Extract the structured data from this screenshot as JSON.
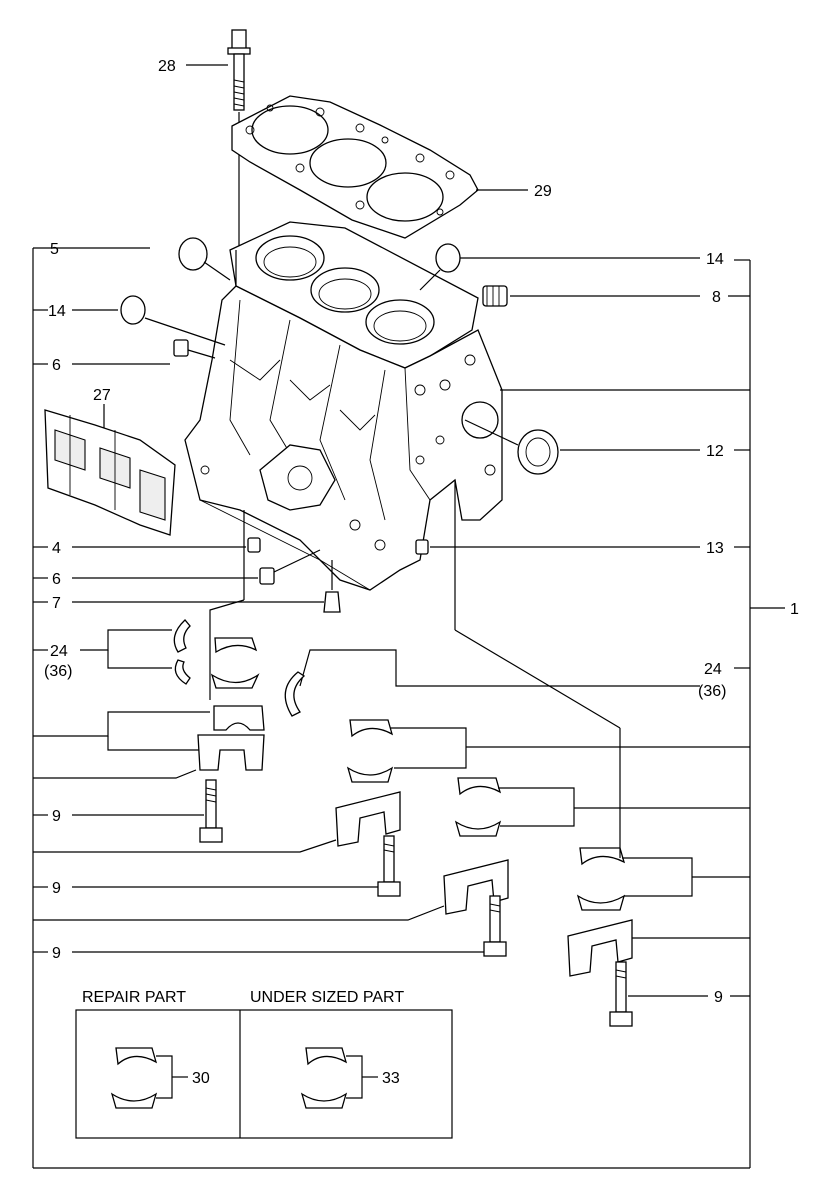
{
  "callouts": {
    "c28": "28",
    "c29": "29",
    "c5": "5",
    "c14_right": "14",
    "c14_left": "14",
    "c8": "8",
    "c6_top": "6",
    "c27": "27",
    "c12": "12",
    "c4": "4",
    "c13": "13",
    "c6_bottom": "6",
    "c7": "7",
    "c1": "1",
    "c24_left": "24",
    "c24_left_sub": "(36)",
    "c24_right": "24",
    "c24_right_sub": "(36)",
    "c9_a": "9",
    "c9_b": "9",
    "c9_c": "9",
    "c9_d": "9",
    "c30": "30",
    "c33": "33"
  },
  "inset": {
    "repair_label": "REPAIR PART",
    "undersized_label": "UNDER SIZED PART"
  }
}
